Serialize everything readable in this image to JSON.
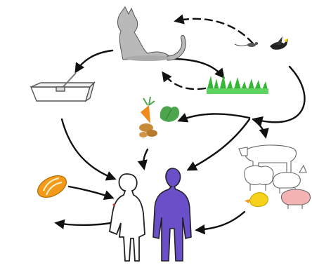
{
  "diagram": {
    "nodes": [
      {
        "id": "cat",
        "icon": "cat-icon"
      },
      {
        "id": "litter-box",
        "icon": "litter-box-icon"
      },
      {
        "id": "mouse",
        "icon": "mouse-icon"
      },
      {
        "id": "bird",
        "icon": "bird-icon"
      },
      {
        "id": "grass",
        "icon": "grass-icon"
      },
      {
        "id": "vegetables",
        "icon": "vegetables-icon"
      },
      {
        "id": "livestock",
        "icon": "livestock-icon"
      },
      {
        "id": "bread",
        "icon": "bread-icon"
      },
      {
        "id": "woman",
        "icon": "woman-icon"
      },
      {
        "id": "man",
        "icon": "man-icon"
      }
    ],
    "edges": [
      {
        "from": "cat",
        "to": "litter-box",
        "style": "solid"
      },
      {
        "from": "cat",
        "to": "grass",
        "style": "solid"
      },
      {
        "from": "mouse",
        "to": "cat",
        "style": "dashed"
      },
      {
        "from": "grass",
        "to": "cat",
        "style": "dashed"
      },
      {
        "from": "litter-box",
        "to": "woman",
        "style": "solid"
      },
      {
        "from": "grass",
        "to": "vegetables",
        "style": "solid"
      },
      {
        "from": "grass",
        "to": "livestock",
        "style": "solid"
      },
      {
        "from": "grass",
        "to": "man",
        "style": "solid"
      },
      {
        "from": "bird",
        "to": "grass",
        "style": "solid"
      },
      {
        "from": "vegetables",
        "to": "woman",
        "style": "solid"
      },
      {
        "from": "bread",
        "to": "woman",
        "style": "solid"
      },
      {
        "from": "woman",
        "to": "exit-left",
        "style": "solid"
      },
      {
        "from": "livestock",
        "to": "man",
        "style": "solid"
      }
    ],
    "colors": {
      "line": "#111111",
      "cat": "#b9b9b9",
      "grass": "#35b535",
      "man": "#6a4fc9",
      "bread": "#f39a1b",
      "carrot": "#f08a1c",
      "leaf": "#4da64d",
      "potato": "#c58a3a",
      "chick": "#f6d21a",
      "pig": "#f4b3b3"
    }
  }
}
